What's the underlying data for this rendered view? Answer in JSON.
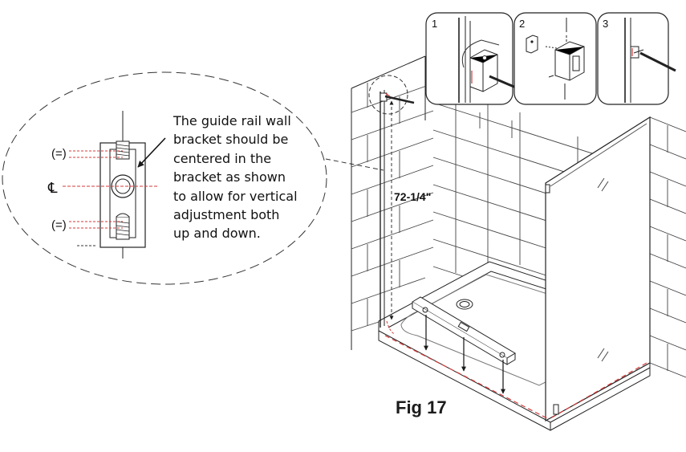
{
  "figure": {
    "caption": "Fig 17",
    "measurement": "72-1/4\"",
    "instruction_lines": [
      "The guide rail wall",
      "bracket should be",
      "centered in the",
      "bracket as shown",
      "to allow for vertical",
      "adjustment both",
      "up and down."
    ],
    "detail_labels": {
      "equal_top": "(=)",
      "center": "℄",
      "equal_bottom": "(=)"
    },
    "step_numbers": [
      "1",
      "2",
      "3"
    ]
  },
  "colors": {
    "line": "#1a1a1a",
    "reference_red": "#d63a3a",
    "paper": "#ffffff"
  }
}
